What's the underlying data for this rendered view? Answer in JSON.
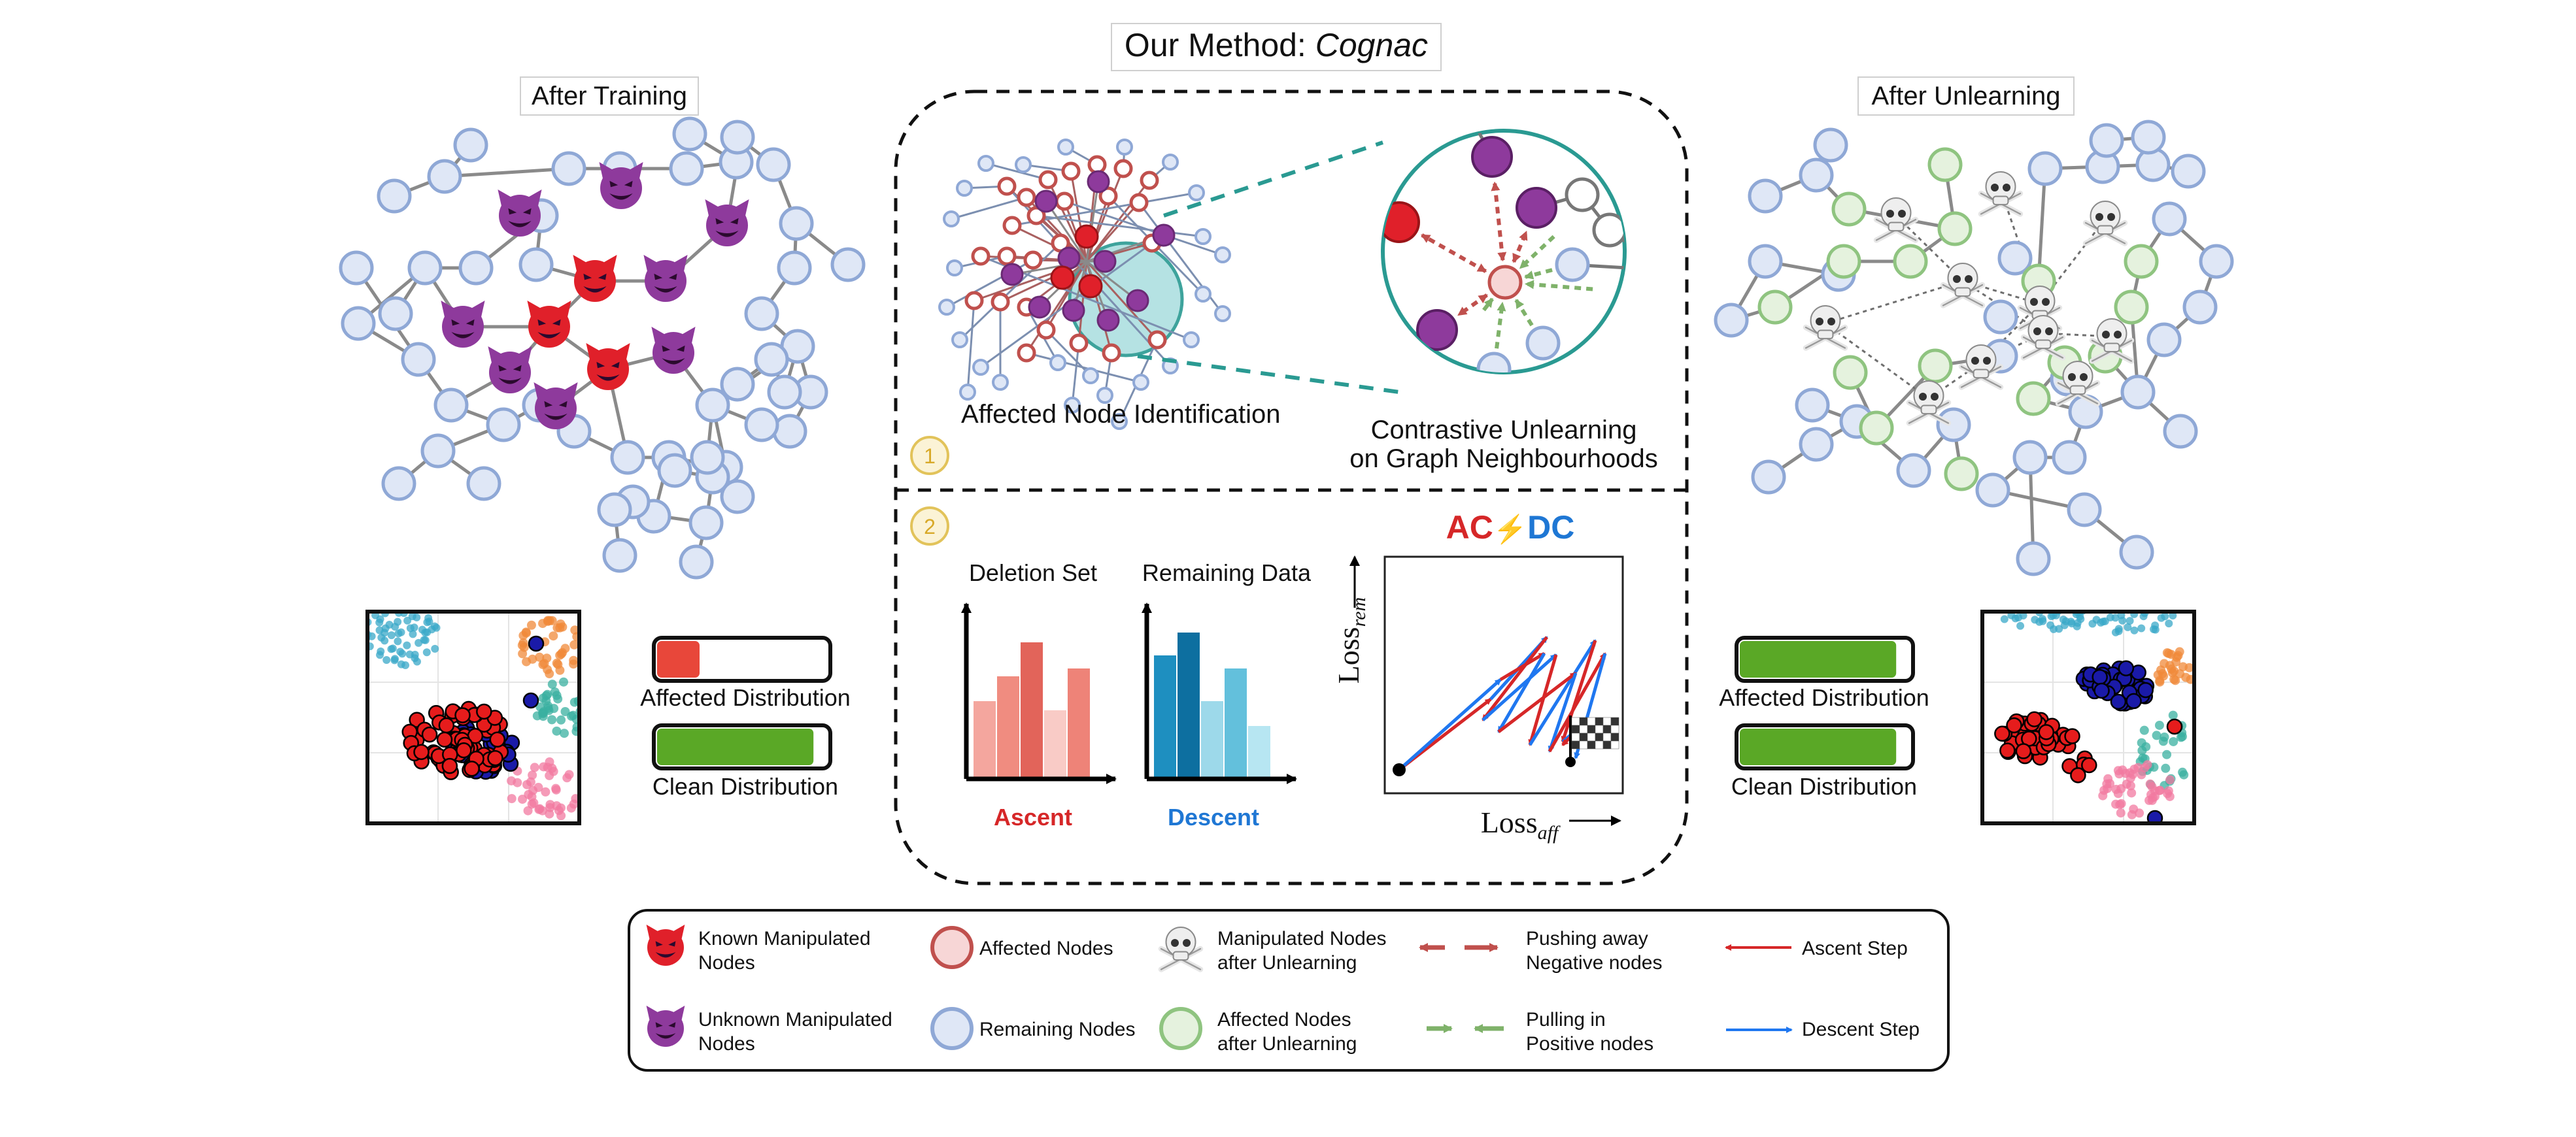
{
  "title": {
    "prefix": "Our Method: ",
    "name": "Cognac"
  },
  "left_panel": {
    "title": "After Training",
    "bars": [
      {
        "label": "Affected Distribution",
        "fill": 0.25,
        "color": "#e8473a"
      },
      {
        "label": "Clean Distribution",
        "fill": 0.92,
        "color": "#5aa826"
      }
    ]
  },
  "right_panel": {
    "title": "After Unlearning",
    "bars": [
      {
        "label": "Affected Distribution",
        "fill": 0.92,
        "color": "#5aa826"
      },
      {
        "label": "Clean Distribution",
        "fill": 0.92,
        "color": "#5aa826"
      }
    ]
  },
  "step1": {
    "badge": "1",
    "left_caption": "Affected Node Identification",
    "right_caption_line1": "Contrastive Unlearning",
    "right_caption_line2": "on Graph Neighbourhoods"
  },
  "step2": {
    "badge": "2",
    "deletion_title": "Deletion Set",
    "remaining_title": "Remaining Data",
    "ascent_label": "Ascent",
    "descent_label": "Descent",
    "plot_title": {
      "ac": "AC",
      "bolt": "⚡",
      "dc": "DC"
    },
    "x_axis": {
      "base": "Loss",
      "sub": "aff"
    },
    "y_axis": {
      "base": "Loss",
      "sub": "rem"
    }
  },
  "colors": {
    "manipulated_known": "#e0202a",
    "manipulated_unknown": "#8e3a9c",
    "affected": "#c0504d",
    "remaining": "#8fa8d6",
    "unlearned_affected": "#8fc480",
    "ascent": "#d62728",
    "descent": "#1f77f0"
  },
  "legend": [
    {
      "icon": "devil-red-icon",
      "label": "Known Manipulated\nNodes"
    },
    {
      "icon": "affected-node-icon",
      "label": "Affected Nodes"
    },
    {
      "icon": "skull-icon",
      "label": "Manipulated Nodes\nafter Unlearning"
    },
    {
      "icon": "push-arrows-icon",
      "label": "Pushing away\nNegative nodes"
    },
    {
      "icon": "ascent-arrow-icon",
      "label": "Ascent Step"
    },
    {
      "icon": "devil-purple-icon",
      "label": "Unknown Manipulated\nNodes"
    },
    {
      "icon": "remaining-node-icon",
      "label": "Remaining Nodes"
    },
    {
      "icon": "unlearned-node-icon",
      "label": "Affected Nodes\nafter Unlearning"
    },
    {
      "icon": "pull-arrows-icon",
      "label": "Pulling in\nPositive nodes"
    },
    {
      "icon": "descent-arrow-icon",
      "label": "Descent Step"
    }
  ]
}
